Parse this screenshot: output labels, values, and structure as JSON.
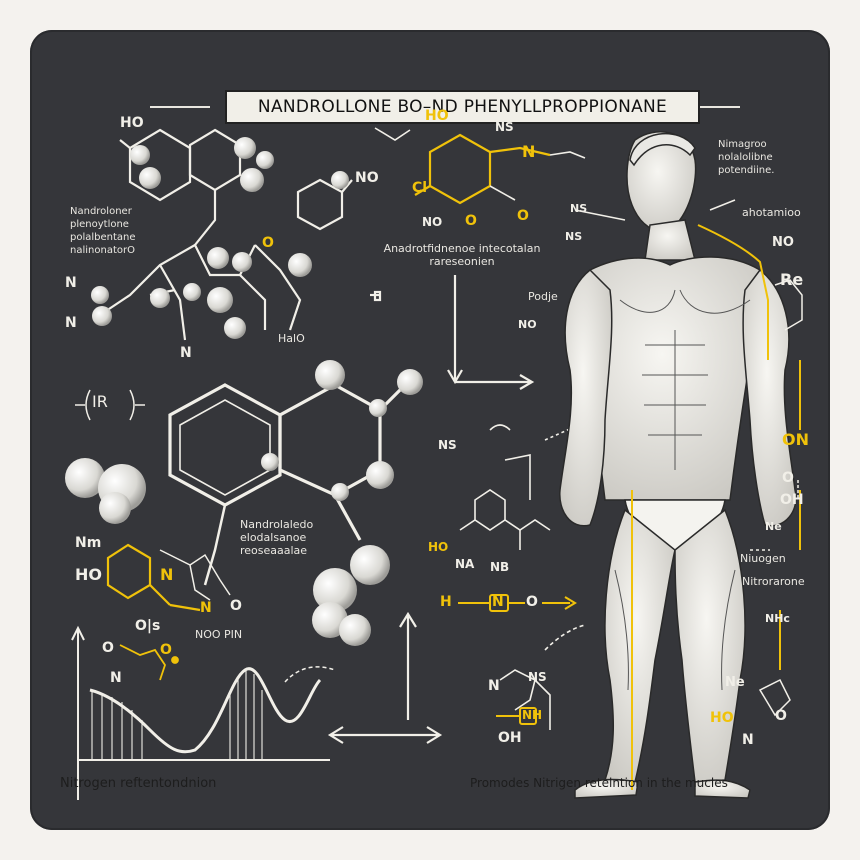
{
  "title": "NANDROLLONE  BO–ND PHENYLLPROPPIONANE",
  "colors": {
    "board": "#35363a",
    "line": "#f1efe8",
    "accent": "#f0c20a",
    "paper": "#f4f2ee"
  },
  "left_molecule": {
    "label_ho": "HO",
    "label_no": "NO",
    "caption": "Nandroloner plenoytlone polalbentane nalinonatorO",
    "label_o": "O",
    "label_n1": "N",
    "label_n2": "N",
    "label_n3": "N",
    "label_halo": "HalO"
  },
  "ir_label": "IR",
  "center_molecule_caption": "Nandrolaledo elodalsanoe reoseaaalae",
  "yellow_molecule": {
    "ho": "HO",
    "ns": "NS",
    "n": "N",
    "cl": "Cl",
    "no": "NO",
    "o": "O",
    "o2": "O"
  },
  "center_caption": "Anadrotfidnenoe intecotalan rareseonien",
  "lower_left_ring": {
    "n": "Nm",
    "ho": "HO",
    "n2": "N",
    "n3": "N",
    "o": "O",
    "obs": "O|s",
    "nno": "NOO PIN"
  },
  "mini_chem": {
    "o": "O",
    "n": "N",
    "o2": "O"
  },
  "bottom_left_caption": "Nitrogen reftentondnion",
  "bottom_right_caption": "Promodes Nitrigen retelntion in the mucles",
  "right_labels": {
    "top": "Nimagroo nolalolibne potendiine.",
    "ahe": "ahotamioo",
    "ns1": "NS",
    "ns2": "NS",
    "no1": "NO",
    "no2": "NO",
    "re": "Re",
    "on": "ON",
    "oh": "OH",
    "pod": "Podje",
    "niu": "Niuogen",
    "nitro": "Nitrorarone",
    "nhc": "NHc",
    "ne": "Ne",
    "ho": "HO",
    "n": "N",
    "o": "O",
    "o2": "O"
  },
  "center_chain": {
    "h": "H",
    "n": "N",
    "o": "O",
    "ns": "NS",
    "na": "NA",
    "ho": "HO",
    "nb": "NB",
    "oh": "OH",
    "n2": "N",
    "nh": "NH",
    "ns2": "NS"
  }
}
